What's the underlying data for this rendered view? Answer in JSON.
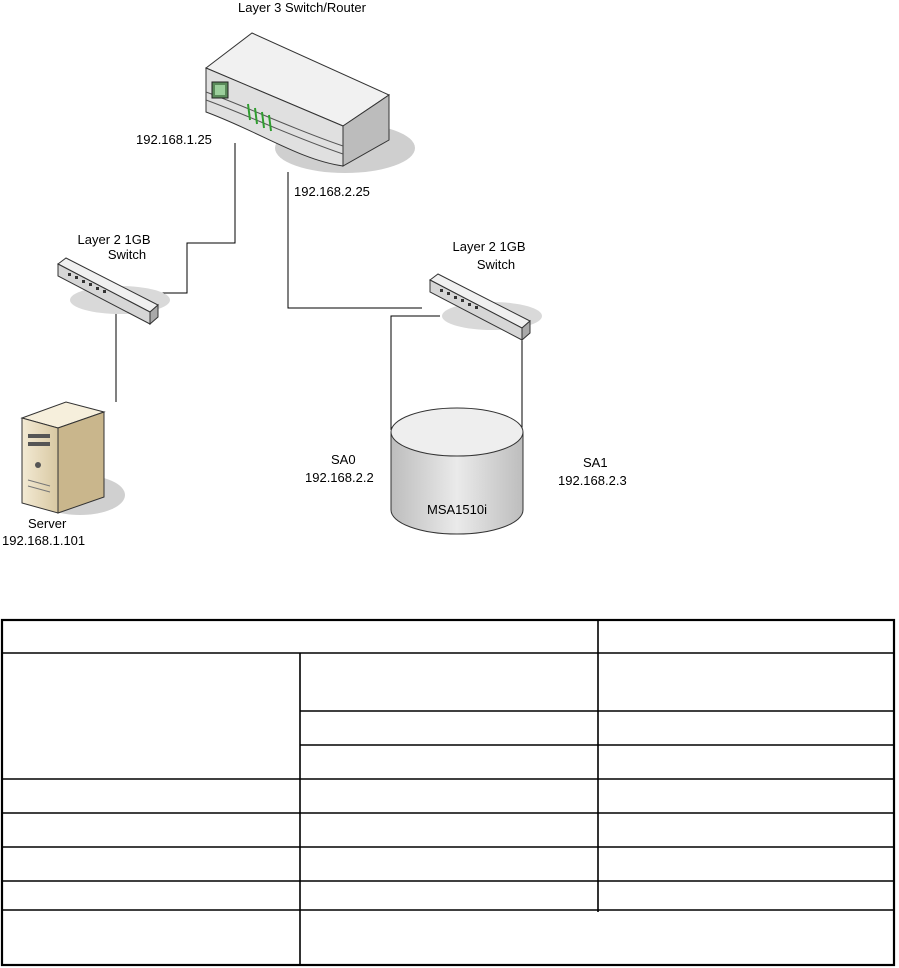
{
  "diagram": {
    "router": {
      "title": "Layer 3 Switch/Router",
      "ip_left": "192.168.1.25",
      "ip_right": "192.168.2.25"
    },
    "switch_left": {
      "line1": "Layer 2 1GB",
      "line2": "Switch"
    },
    "switch_right": {
      "line1": "Layer 2 1GB",
      "line2": "Switch"
    },
    "server": {
      "name": "Server",
      "ip": "192.168.1.101"
    },
    "storage": {
      "name": "MSA1510i",
      "port_a": {
        "name": "SA0",
        "ip": "192.168.2.2"
      },
      "port_b": {
        "name": "SA1",
        "ip": "192.168.2.3"
      }
    }
  },
  "colors": {
    "device_body": "#e4e4e4",
    "shadow": "#c8c8c8",
    "server_body": "#e9dcc0",
    "led_green": "#2f9e2f"
  }
}
